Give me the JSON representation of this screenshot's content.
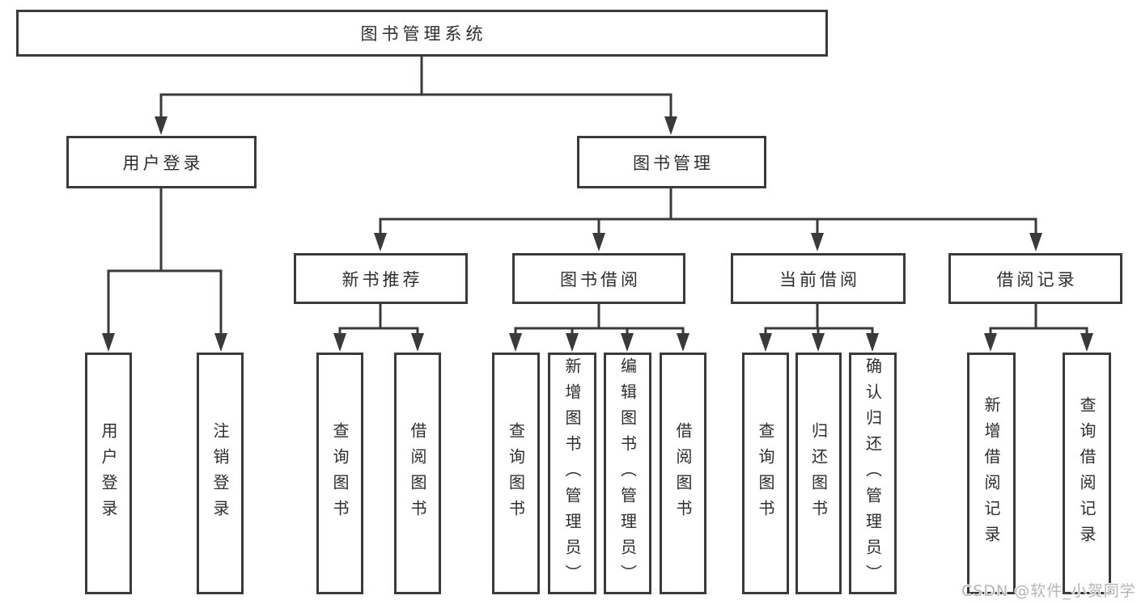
{
  "diagram": {
    "root": {
      "label": "图书管理系统"
    },
    "level1": [
      {
        "label": "用户登录"
      },
      {
        "label": "图书管理"
      }
    ],
    "level2": [
      {
        "label": "新书推荐"
      },
      {
        "label": "图书借阅"
      },
      {
        "label": "当前借阅"
      },
      {
        "label": "借阅记录"
      }
    ],
    "leaves": {
      "login": [
        {
          "label": "用户登录"
        },
        {
          "label": "注销登录"
        }
      ],
      "recommend": [
        {
          "label": "查询图书"
        },
        {
          "label": "借阅图书"
        }
      ],
      "borrow": [
        {
          "label": "查询图书"
        },
        {
          "label": "新增图书（管理员）"
        },
        {
          "label": "编辑图书（管理员）"
        },
        {
          "label": "借阅图书"
        }
      ],
      "current": [
        {
          "label": "查询图书"
        },
        {
          "label": "归还图书"
        },
        {
          "label": "确认归还（管理员）"
        }
      ],
      "records": [
        {
          "label": "新增借阅记录"
        },
        {
          "label": "查询借阅记录"
        }
      ]
    }
  },
  "watermark": {
    "text": "CSDN @软件_小贺同学"
  },
  "colors": {
    "line": "#3a3a3a",
    "border": "#3a3a3a",
    "text": "#2d2d2d",
    "watermark": "#b5b5b5",
    "background": "#ffffff"
  }
}
